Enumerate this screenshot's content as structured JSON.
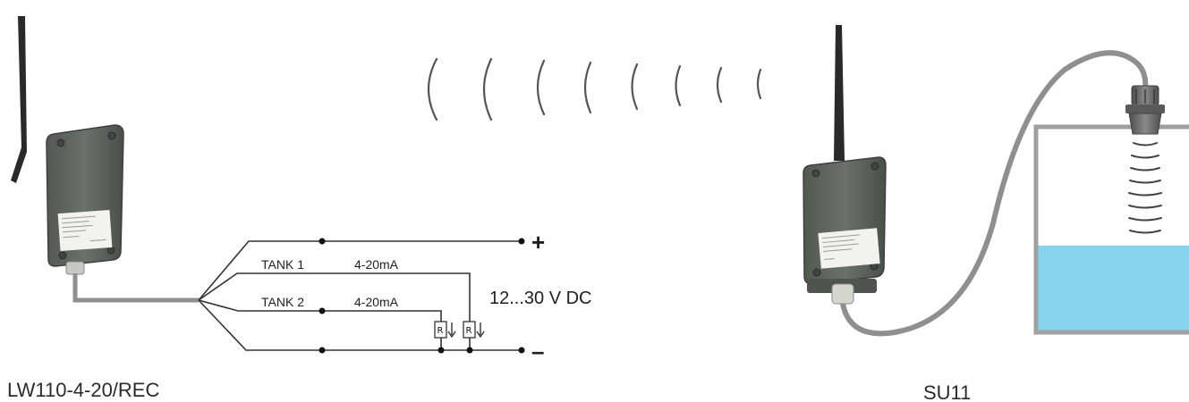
{
  "receiver": {
    "name": "LW110-4-20/REC"
  },
  "sensor": {
    "name": "SU11"
  },
  "wiring": {
    "plus_label": "+",
    "minus_label": "–",
    "supply_label": "12...30 V DC",
    "tank1_label": "TANK 1",
    "tank1_signal": "4-20mA",
    "tank2_label": "TANK 2",
    "tank2_signal": "4-20mA",
    "resistor_label": "R"
  },
  "icons": {
    "radio_waves": "radio-waves-icon",
    "ultrasonic_waves": "ultrasonic-waves-icon",
    "antenna": "antenna-icon",
    "resistor": "resistor-icon"
  },
  "colors": {
    "enclosure": "#5d625d",
    "antenna": "#2d2d2d",
    "cable": "#8f8f8f",
    "wire": "#333333",
    "liquid": "#87d3ee",
    "tank_outline": "#a0a0a0"
  }
}
